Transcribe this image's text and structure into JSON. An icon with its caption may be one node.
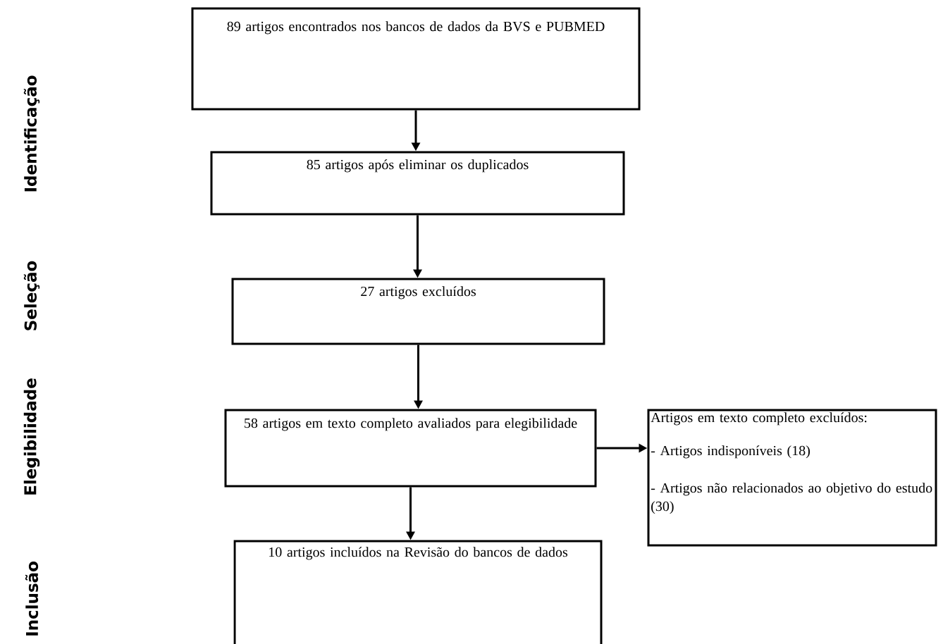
{
  "diagram": {
    "nodes": [
      {
        "text": [
          "89 artigos encontrados nos bancos de dados da BVS e PUBMED"
        ]
      },
      {
        "text": [
          "85 artigos após eliminar os duplicados"
        ]
      },
      {
        "text": [
          "27 artigos excluídos"
        ]
      },
      {
        "text": [
          "58 artigos em texto completo avaliados para elegibilidade"
        ]
      },
      {
        "text": [
          "Artigos em texto completo excluídos:",
          "- Artigos indisponíveis (18)",
          "- Artigos não relacionados ao objetivo do estudo (30)"
        ]
      },
      {
        "text": [
          "10 artigos incluídos na Revisão do bancos de dados"
        ]
      }
    ],
    "edges": [
      {
        "from": 0,
        "to": 1,
        "arrow": "to"
      },
      {
        "from": 1,
        "to": 2,
        "arrow": "to"
      },
      {
        "from": 2,
        "to": 3,
        "arrow": "to"
      },
      {
        "from": 3,
        "to": 4,
        "arrow": "to"
      },
      {
        "from": 3,
        "to": 5,
        "arrow": "to"
      }
    ],
    "labels": [
      "Identificação",
      "Seleção",
      "Elegibilidade",
      "Inclusão"
    ]
  }
}
